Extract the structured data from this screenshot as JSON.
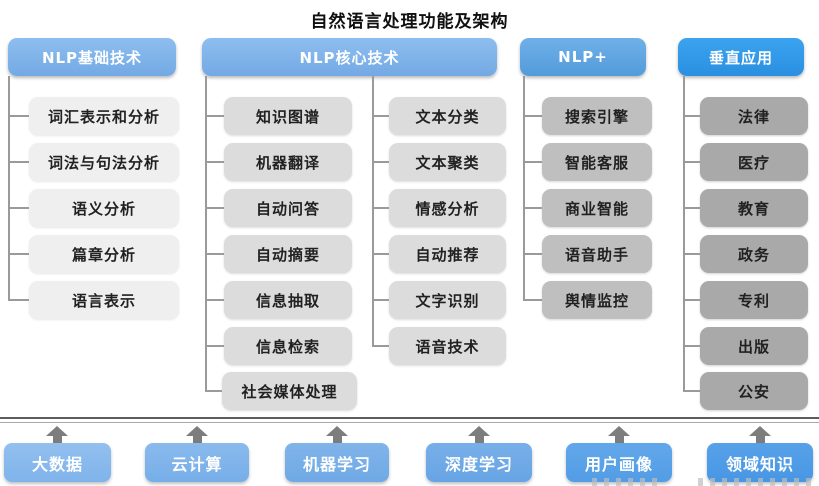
{
  "title": "自然语言处理功能及架构",
  "columns": [
    {
      "header": "NLP基础技术",
      "items": [
        "词汇表示和分析",
        "词法与句法分析",
        "语义分析",
        "篇章分析",
        "语言表示"
      ]
    },
    {
      "header": "NLP核心技术",
      "items_left": [
        "知识图谱",
        "机器翻译",
        "自动问答",
        "自动摘要",
        "信息抽取",
        "信息检索",
        "社会媒体处理"
      ],
      "items_right": [
        "文本分类",
        "文本聚类",
        "情感分析",
        "自动推荐",
        "文字识别",
        "语音技术"
      ]
    },
    {
      "header": "NLP+",
      "items": [
        "搜索引擎",
        "智能客服",
        "商业智能",
        "语音助手",
        "舆情监控"
      ]
    },
    {
      "header": "垂直应用",
      "items": [
        "法律",
        "医疗",
        "教育",
        "政务",
        "专利",
        "出版",
        "公安"
      ]
    }
  ],
  "foundation": {
    "items": [
      "大数据",
      "云计算",
      "机器学习",
      "深度学习",
      "用户画像",
      "领域知识"
    ]
  },
  "colors": {
    "header_light_blue": "#7fb1e9",
    "header_medium_blue": "#579fdd",
    "header_accent_blue": "#2f97ec",
    "tier1_gray": "#efefef",
    "tier2_gray": "#dcdcdc",
    "tier3_gray": "#bfbfbf",
    "tier4_gray": "#a9a9a9",
    "foundation_blue": "#74abe6",
    "connector_gray": "#9a9a9a",
    "arrow_gray": "#7d7d7d"
  }
}
